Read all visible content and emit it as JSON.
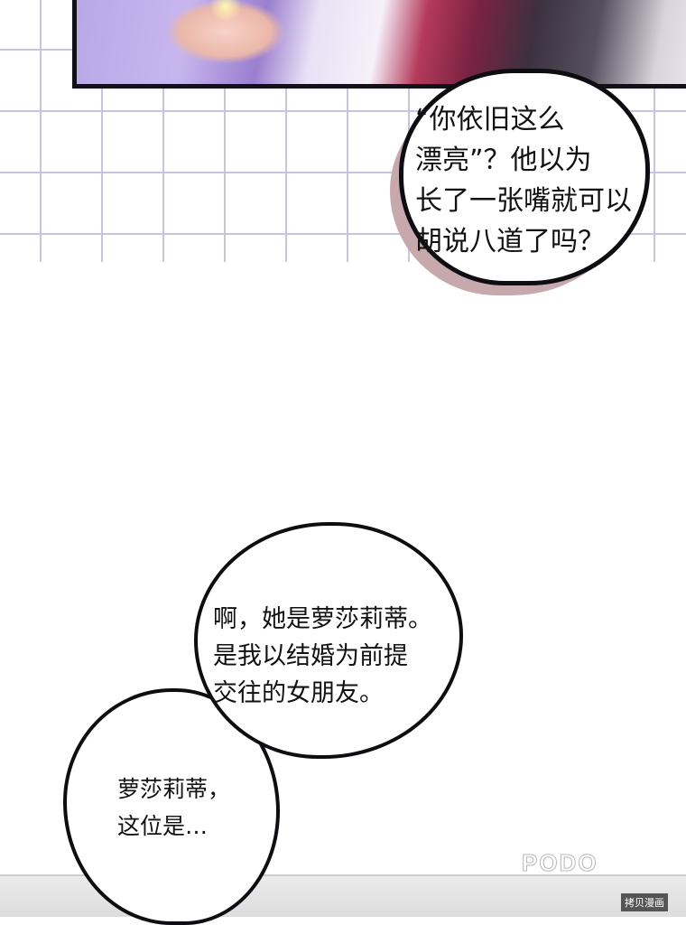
{
  "speech_bubbles": [
    {
      "text": "“你依旧这么\n漂亮”？他以为\n长了一张嘴就可以\n胡说八道了吗？"
    },
    {
      "text": "啊，她是萝莎莉蒂。\n是我以结婚为前提\n交往的女朋友。"
    },
    {
      "text": "萝莎莉蒂，\n这位是…"
    }
  ],
  "watermark": {
    "text": "PODO"
  },
  "stamp": {
    "text": "拷贝漫画"
  }
}
